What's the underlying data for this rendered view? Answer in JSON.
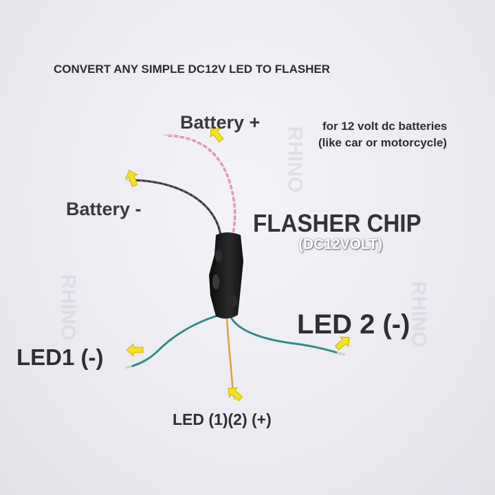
{
  "labels": {
    "title": "CONVERT ANY SIMPLE DC12V LED TO FLASHER",
    "battery_plus": "Battery +",
    "note_line1": "for 12 volt dc batteries",
    "note_line2": "(like car or motorcycle)",
    "battery_minus": "Battery -",
    "flasher_chip": "FLASHER CHIP",
    "flasher_chip_sub": "(DC12VOLT)",
    "led2": "LED 2 (-)",
    "led1": "LED1 (-)",
    "led_common": "LED (1)(2) (+)"
  },
  "watermark": {
    "text": "RHINO"
  },
  "colors": {
    "background": "#ecebf1",
    "chip_body": "#151515",
    "wire_red": "#d95a8a",
    "wire_black": "#3a2f3a",
    "wire_green": "#2f8c84",
    "wire_orange": "#d9a040",
    "arrow": "#f3e21a"
  }
}
